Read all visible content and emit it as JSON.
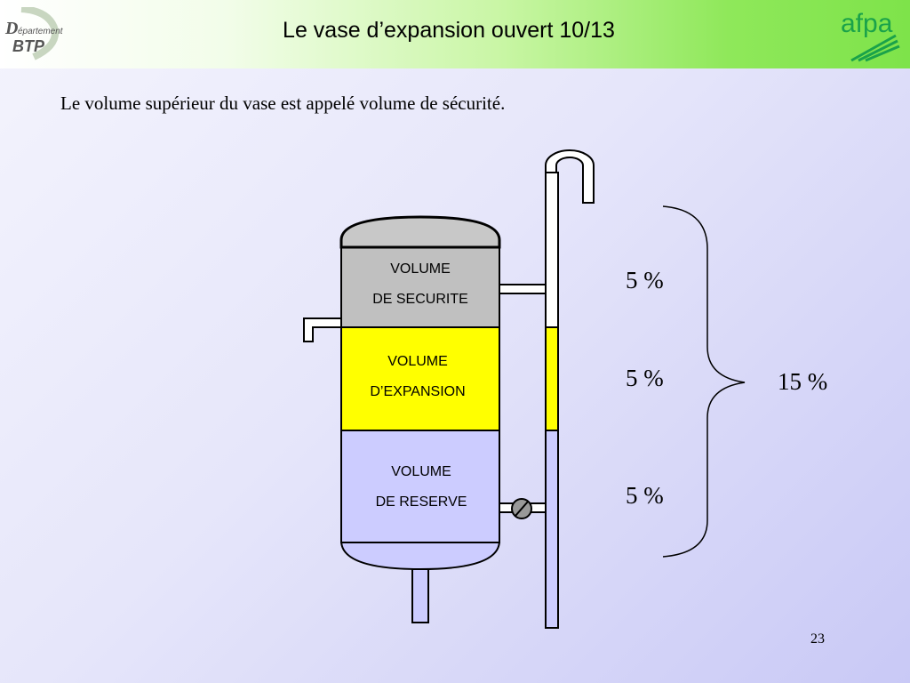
{
  "header": {
    "title": "Le vase d’expansion ouvert 10/13",
    "logo_left": "Département BTP",
    "logo_right": "afpa"
  },
  "subtitle": "Le volume supérieur du vase est appelé volume de sécurité.",
  "vessel": {
    "securite": {
      "line1": "VOLUME",
      "line2": "DE SECURITE",
      "color": "#c0c0c0"
    },
    "expansion": {
      "line1": "VOLUME",
      "line2": "D’EXPANSION",
      "color": "#ffff00"
    },
    "reserve": {
      "line1": "VOLUME",
      "line2": "DE RESERVE",
      "color": "#ccccff"
    }
  },
  "percentages": {
    "securite": "5 %",
    "expansion": "5 %",
    "reserve": "5 %",
    "total": "15 %"
  },
  "page_number": "23"
}
